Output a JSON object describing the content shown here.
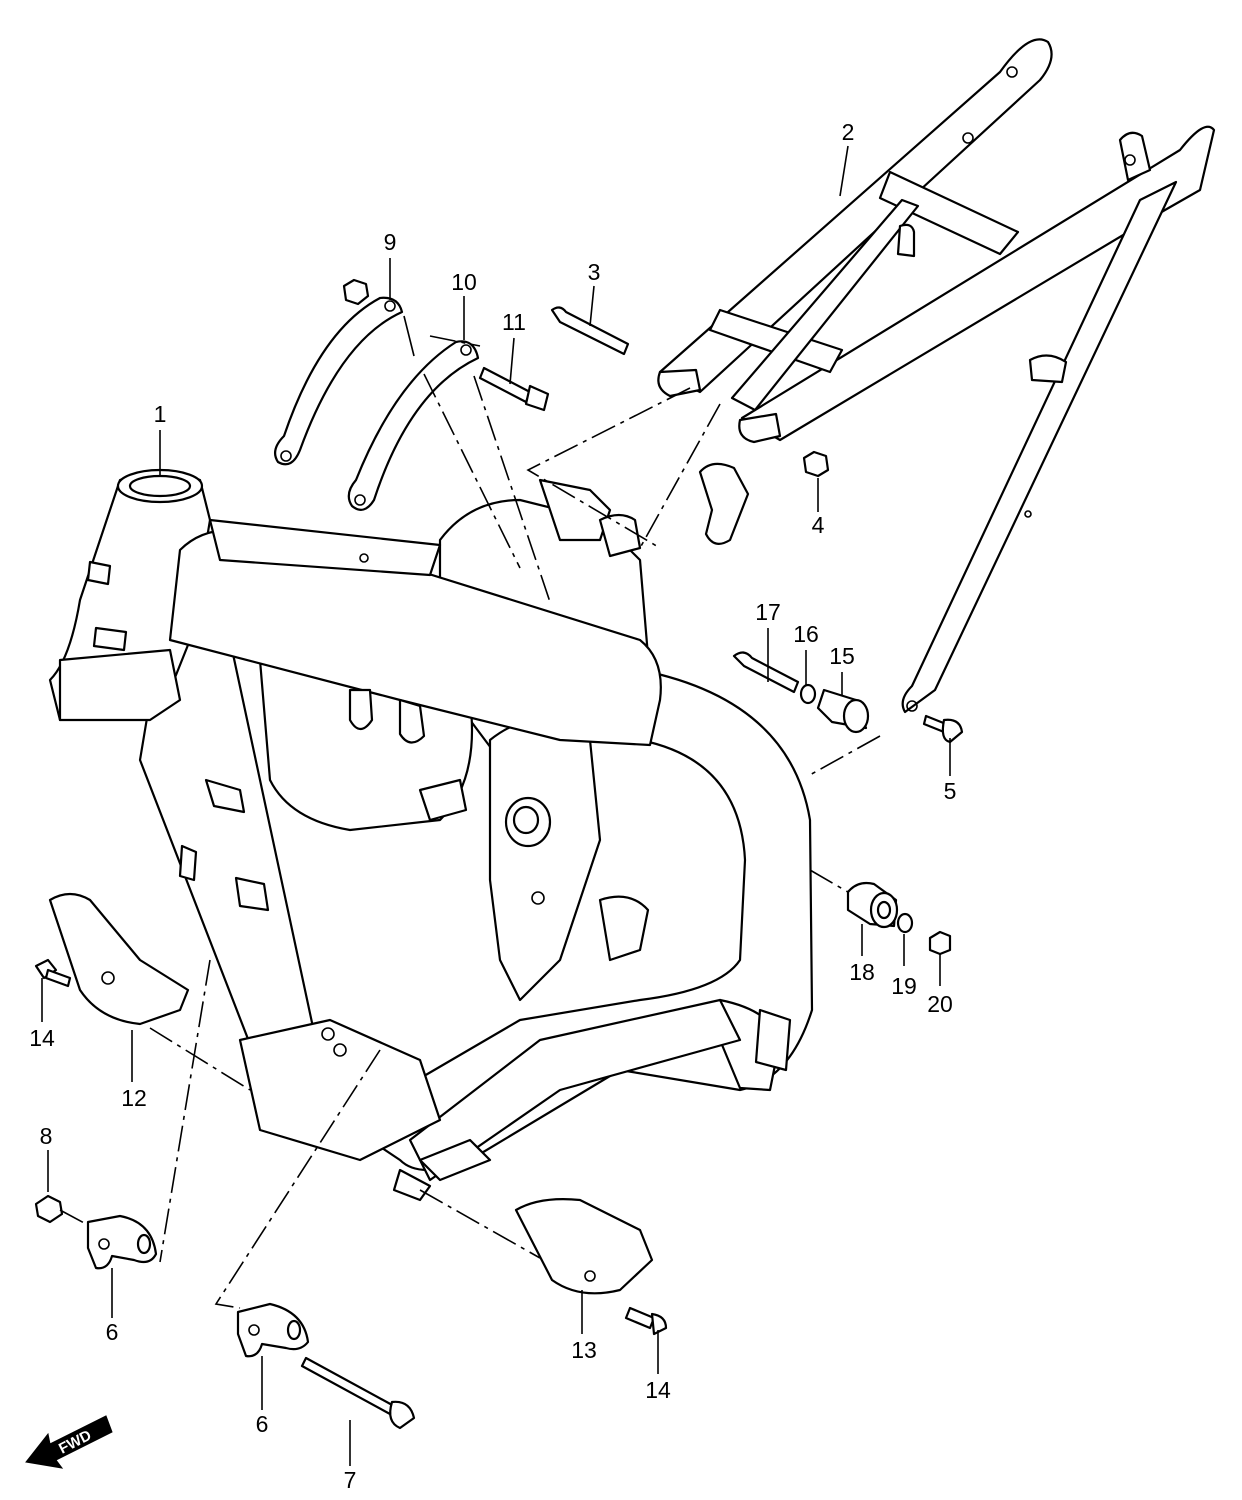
{
  "callouts": [
    {
      "id": "c1",
      "text": "1"
    },
    {
      "id": "c2",
      "text": "2"
    },
    {
      "id": "c3",
      "text": "3"
    },
    {
      "id": "c4",
      "text": "4"
    },
    {
      "id": "c5",
      "text": "5"
    },
    {
      "id": "c6a",
      "text": "6"
    },
    {
      "id": "c6b",
      "text": "6"
    },
    {
      "id": "c7",
      "text": "7"
    },
    {
      "id": "c8",
      "text": "8"
    },
    {
      "id": "c9",
      "text": "9"
    },
    {
      "id": "c10",
      "text": "10"
    },
    {
      "id": "c11",
      "text": "11"
    },
    {
      "id": "c12",
      "text": "12"
    },
    {
      "id": "c13",
      "text": "13"
    },
    {
      "id": "c14a",
      "text": "14"
    },
    {
      "id": "c14b",
      "text": "14"
    },
    {
      "id": "c15",
      "text": "15"
    },
    {
      "id": "c16",
      "text": "16"
    },
    {
      "id": "c17",
      "text": "17"
    },
    {
      "id": "c18",
      "text": "18"
    },
    {
      "id": "c19",
      "text": "19"
    },
    {
      "id": "c20",
      "text": "20"
    }
  ],
  "direction_indicator": {
    "text": "FWD",
    "icon": "fwd-arrow-icon"
  }
}
